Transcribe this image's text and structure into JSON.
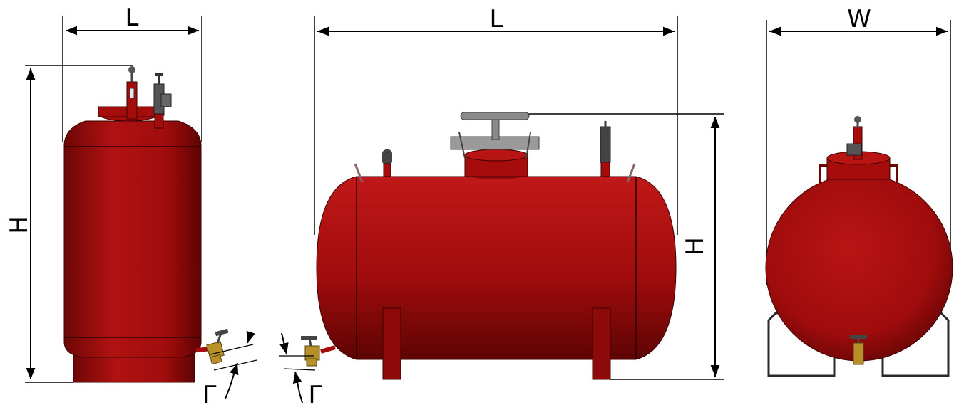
{
  "colors": {
    "tank_red": "#a50d0d",
    "tank_red_dark": "#6e0606",
    "tank_red_light": "#c42020",
    "brass": "#b8902a",
    "gray_metal": "#8a8a8a",
    "frame_outline": "#2a2a2a",
    "dimension_line": "#000000"
  },
  "views": {
    "vertical": {
      "width_label": "L",
      "height_label": "H",
      "drain_label": "Γ"
    },
    "horizontal": {
      "length_label": "L",
      "height_label": "H",
      "drain_label": "Γ"
    },
    "end": {
      "width_label": "W"
    }
  }
}
